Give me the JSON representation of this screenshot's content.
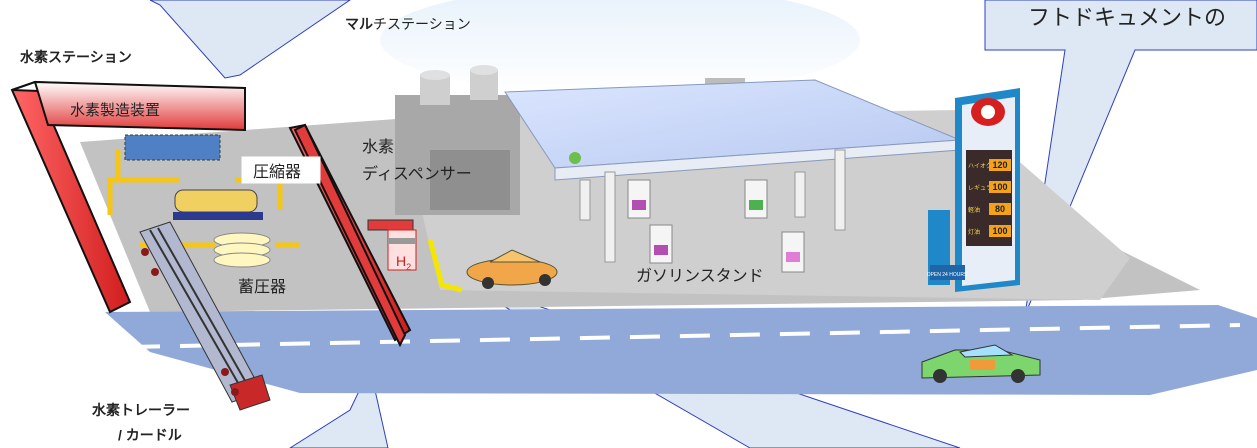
{
  "labels": {
    "multi_station": "マルチステーション",
    "multi_station_prefix": "マル",
    "multi_station_rest": "チステーション",
    "hydrogen_station": "水素ステーション",
    "production_unit": "水素製造装置",
    "compressor": "圧縮器",
    "accumulator": "蓄圧器",
    "dispenser_line1": "水素",
    "dispenser_line2": "ディスペンサー",
    "gas_station": "ガソリンスタンド",
    "trailer_line1": "水素トレーラー",
    "trailer_line2": "/ カードル",
    "callout_top_right": "フトドキュメントの"
  },
  "h2_symbol": "H",
  "h2_subscript": "2",
  "price_sign": {
    "rows": [
      {
        "label": "ハイオク",
        "price": "120"
      },
      {
        "label": "レギュラー",
        "price": "100"
      },
      {
        "label": "軽油",
        "price": "80"
      },
      {
        "label": "灯油",
        "price": "100"
      }
    ],
    "open_text": "OPEN 24 HOURS"
  },
  "colors": {
    "road": "#90a9d8",
    "ground": "#bfbfbf",
    "callout": "#dde8f4",
    "callout_border": "#2e3fbf",
    "frame_red": "#e23b3b",
    "pipe_yellow": "#f5c518"
  }
}
